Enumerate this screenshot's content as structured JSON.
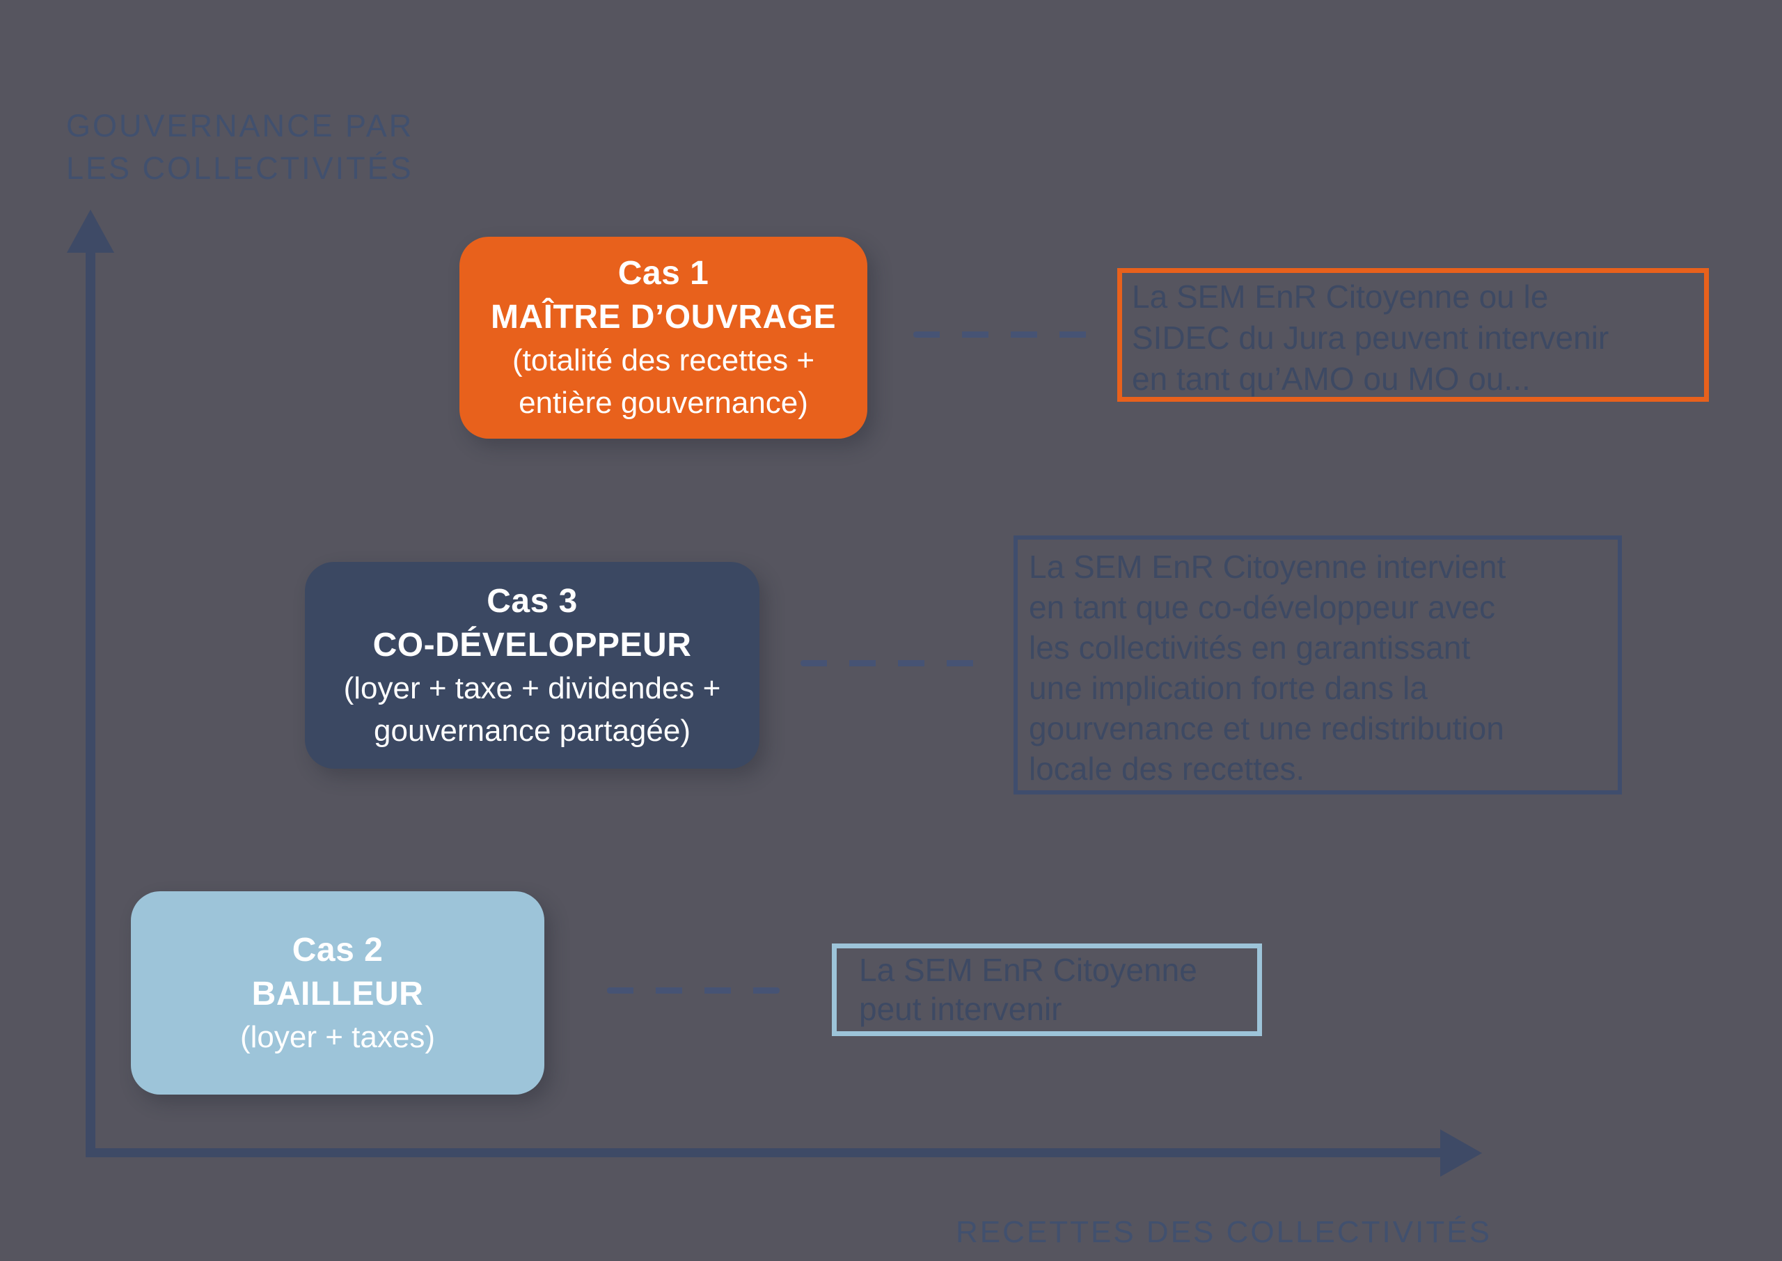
{
  "background": "#56555F",
  "axes": {
    "y_label_lines": [
      "GOUVERNANCE PAR",
      "LES COLLECTIVITÉS"
    ],
    "x_label": "RECETTES DES COLLECTIVITÉS",
    "axis_color": "#3E4A66",
    "label_color": "#41506E"
  },
  "note_text_color": "#3D4963",
  "cases": [
    {
      "id": "cas-1",
      "title": "Cas 1",
      "role": "MAÎTRE D’OUVRAGE",
      "detail": [
        "(totalité des recettes +",
        "entière gouvernance)"
      ],
      "fill": "#E8611C",
      "text_color": "#FFFFFF",
      "note": [
        "La SEM EnR Citoyenne ou le",
        "SIDEC du Jura peuvent intervenir",
        "en tant qu’AMO ou MO ou..."
      ],
      "note_border": "#E8611C"
    },
    {
      "id": "cas-3",
      "title": "Cas 3",
      "role": "CO-DÉVELOPPEUR",
      "detail": [
        "(loyer + taxe + dividendes +",
        "gouvernance partagée)"
      ],
      "fill": "#3B4862",
      "text_color": "#FFFFFF",
      "note": [
        "La SEM EnR Citoyenne intervient",
        "en tant que co-développeur avec",
        "les collectivités en garantissant",
        "une implication forte dans la",
        "gourvenance et une redistribution",
        "locale des recettes."
      ],
      "note_border": "#3F4D6D"
    },
    {
      "id": "cas-2",
      "title": "Cas 2",
      "role": "BAILLEUR",
      "detail": [
        "(loyer + taxes)"
      ],
      "fill": "#9DC4D9",
      "text_color": "#FFFFFF",
      "note": [
        "La SEM EnR Citoyenne",
        "peut intervenir"
      ],
      "note_border": "#9DC4D9"
    }
  ]
}
